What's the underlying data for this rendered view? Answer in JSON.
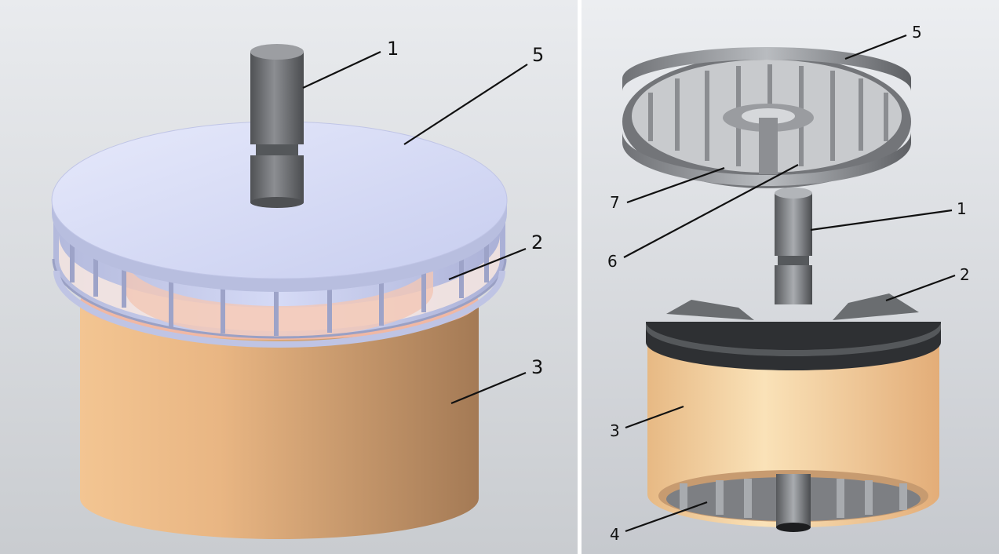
{
  "left_view": {
    "labels": {
      "shaft": "1",
      "vanes": "2",
      "housing": "3",
      "disc": "5"
    }
  },
  "right_view": {
    "labels": {
      "disc": "5",
      "inner_blades": "7",
      "hub": "6",
      "shaft": "1",
      "vanes": "2",
      "housing": "3",
      "impeller": "4"
    }
  },
  "colors": {
    "background": "#d8dadd",
    "shaft": "#6e7073",
    "disc_left": "#d7dcf5",
    "vanes_left": "#c9ceeb",
    "housing": "#e8b484",
    "housing_light": "#f6deb6",
    "metal_dark": "#5a5c5f",
    "metal_light": "#b3b6ba"
  }
}
